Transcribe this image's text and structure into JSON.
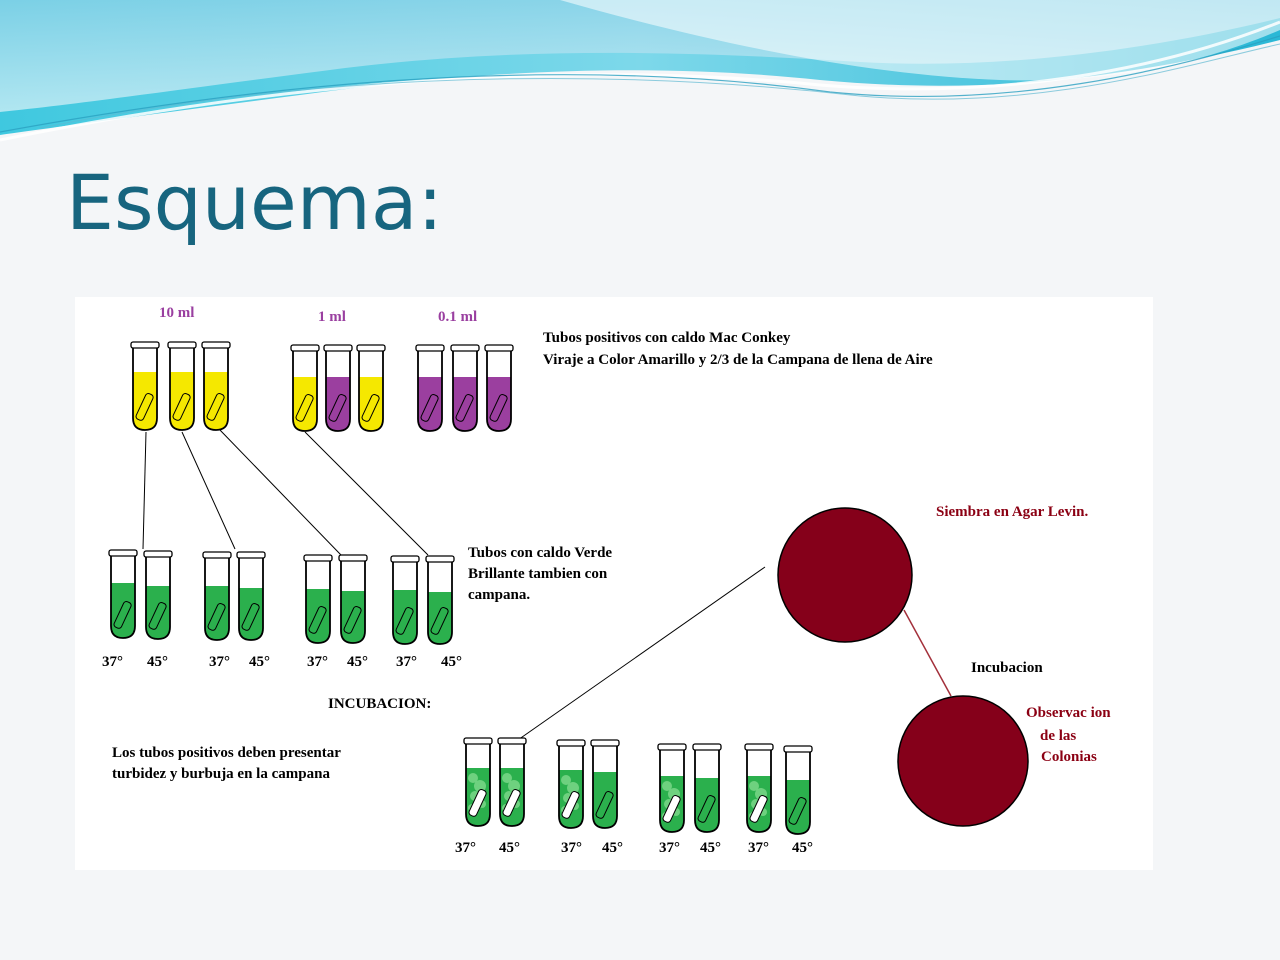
{
  "slide": {
    "title": "Esquema:",
    "accent_color": "#17657f"
  },
  "diagram": {
    "volumes": {
      "v10": "10 ml",
      "v1": "1 ml",
      "v01": "0.1 ml"
    },
    "mac_conkey": {
      "line1": "Tubos positivos con caldo Mac Conkey",
      "line2": "Viraje a Color Amarillo y 2/3 de la Campana de llena de Aire"
    },
    "verde_brillante": {
      "line1": "Tubos con caldo Verde",
      "line2": "Brillante tambien con",
      "line3": "campana."
    },
    "temp_37": "37°",
    "temp_45": "45°",
    "incubacion_header": "INCUBACION:",
    "positive_note": {
      "line1": "Los tubos positivos deben presentar",
      "line2": "turbidez y burbuja en la campana"
    },
    "agar": {
      "siembra": "Siembra en Agar Levin.",
      "incubacion": "Incubacion",
      "observacion_line1": "Observac ion",
      "observacion_line2": "de las",
      "observacion_line3": "Colonias"
    },
    "colors": {
      "yellow_broth": "#f5e800",
      "purple_broth": "#9b3f9f",
      "green_broth": "#2bb04d",
      "agar_plate": "#85001a",
      "plate_connector": "#a3303b"
    }
  }
}
